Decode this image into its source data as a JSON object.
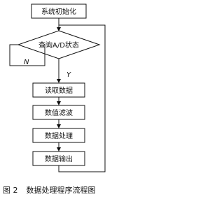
{
  "nodes": {
    "init": "系统初始化",
    "query": "查询A/D状态",
    "read": "读取数据",
    "filter": "数值滤波",
    "process": "数据处理",
    "output": "数据输出"
  },
  "branches": {
    "no": "N",
    "yes": "Y"
  },
  "caption": {
    "number": "图 2",
    "text": "数据处理程序流程图"
  }
}
